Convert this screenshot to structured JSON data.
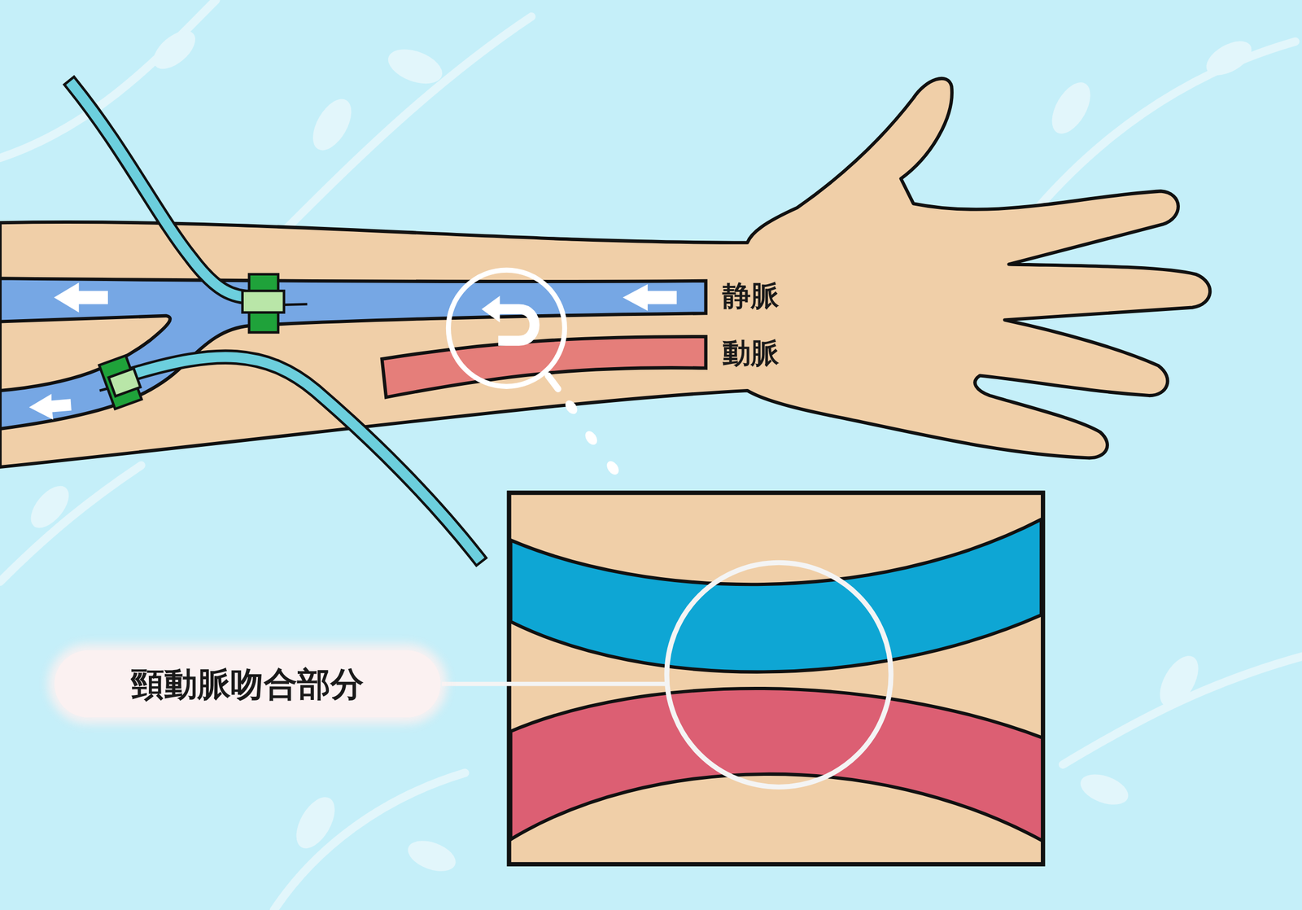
{
  "diagram": {
    "nodes": [
      {
        "text": [
          "頸動脈吻合部分"
        ]
      }
    ],
    "labels": [
      "静脈",
      "動脈"
    ]
  }
}
